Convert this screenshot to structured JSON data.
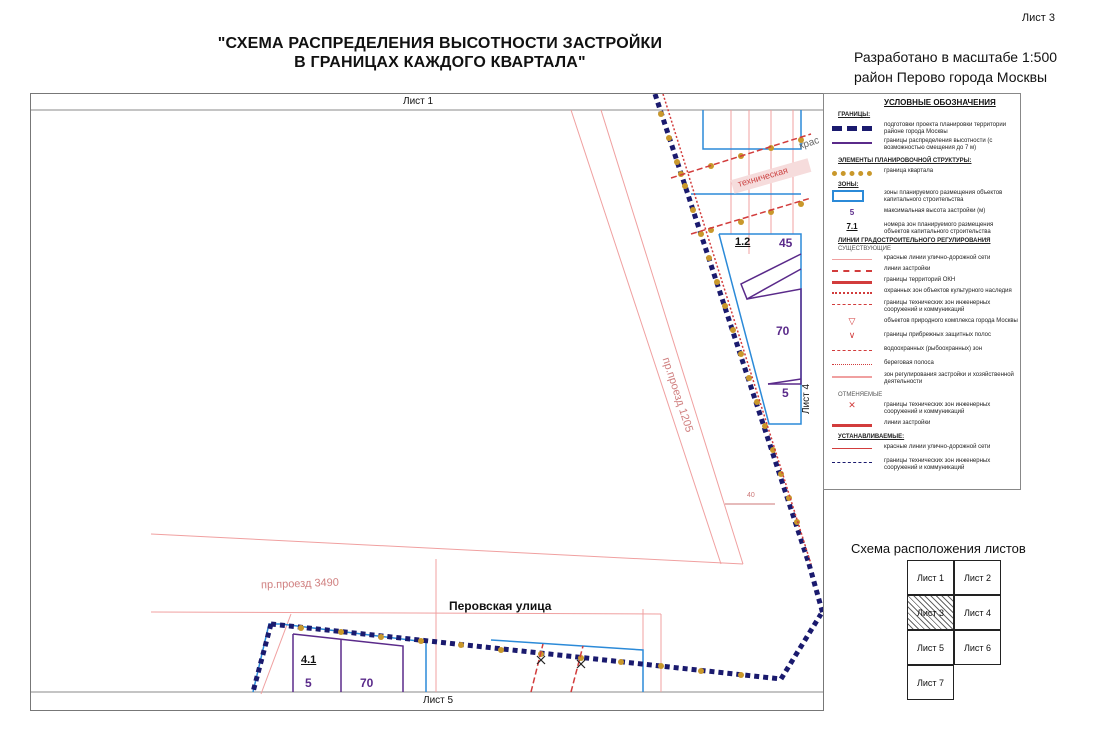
{
  "sheet_number": "Лист 3",
  "title_line1": "\"СХЕМА РАСПРЕДЕЛЕНИЯ ВЫСОТНОСТИ ЗАСТРОЙКИ",
  "title_line2": "В ГРАНИЦАХ КАЖДОГО КВАРТАЛА\"",
  "scale_line1": "Разработано в масштабе 1:500",
  "scale_line2": "район Перово города Москвы",
  "map": {
    "top_sheet_label": "Лист 1",
    "bottom_sheet_label": "Лист 5",
    "right_sheet_label": "Лист 4",
    "street_perovskaya": "Перовская улица",
    "street_proezd_3490": "пр.проезд 3490",
    "street_proezd_1205": "пр.проезд 1205",
    "street_fragment_kras": "крас",
    "street_fragment_tech": "техническая",
    "dimension_label": "40",
    "zone_1_2_id": "1.2",
    "zone_1_2_height": "45",
    "zone_70_height": "70",
    "zone_5_height": "5",
    "zone_4_1_id": "4.1",
    "zone_4_1_height_a": "5",
    "zone_4_1_height_b": "70"
  },
  "legend": {
    "heading": "УСЛОВНЫЕ ОБОЗНАЧЕНИЯ",
    "sec_borders": "ГРАНИЦЫ:",
    "b1": "подготовки проекта планировки территории районе города Москвы",
    "b2": "границы распределения высотности (с возможностью смещения до 7 м)",
    "sec_elements": "ЭЛЕМЕНТЫ ПЛАНИРОВОЧНОЙ СТРУКТУРЫ:",
    "e1": "граница квартала",
    "sec_zones": "ЗОНЫ:",
    "z1": "зоны планируемого размещения объектов капитального строительства",
    "z2_sym": "5",
    "z2": "максимальная высота застройки (м)",
    "z3_sym": "7.1",
    "z3": "номера зон планируемого размещения объектов капитального строительства",
    "sec_lines": "ЛИНИИ ГРАДОСТРОИТЕЛЬНОГО РЕГУЛИРОВАНИЯ",
    "sub_existing": "СУЩЕСТВУЮЩИЕ",
    "l1": "красные линии улично-дорожной сети",
    "l2": "линии застройки",
    "l3": "границы территорий ОКН",
    "l4": "охранных зон объектов культурного наследия",
    "l5": "границы технических зон инженерных сооружений и коммуникаций",
    "l6": "объектов природного комплекса города Москвы",
    "l7": "границы прибрежных защитных полос",
    "l8": "водоохранных (рыбоохранных) зон",
    "l9": "береговая полоса",
    "l10": "зон регулирования застройки и хозяйственной деятельности",
    "sub_cancelled": "ОТМЕНЯЕМЫЕ",
    "c1": "границы технических зон инженерных сооружений и коммуникаций",
    "c2": "линии застройки",
    "sub_established": "УСТАНАВЛИВАЕМЫЕ:",
    "s1": "красные линии улично-дорожной сети",
    "s2": "границы технических зон инженерных сооружений и коммуникаций"
  },
  "key": {
    "title": "Схема расположения листов",
    "sheets": [
      "Лист 1",
      "Лист 2",
      "Лист 3",
      "Лист 4",
      "Лист 5",
      "Лист 6",
      "Лист 7"
    ],
    "active": "Лист 3"
  },
  "colors": {
    "navy": "#1a1a6e",
    "gold": "#c9982b",
    "red": "#d23c3c",
    "pink": "#f0a0a0",
    "zone_blue": "#2b8ad8",
    "height_purple": "#5a2a8a"
  }
}
